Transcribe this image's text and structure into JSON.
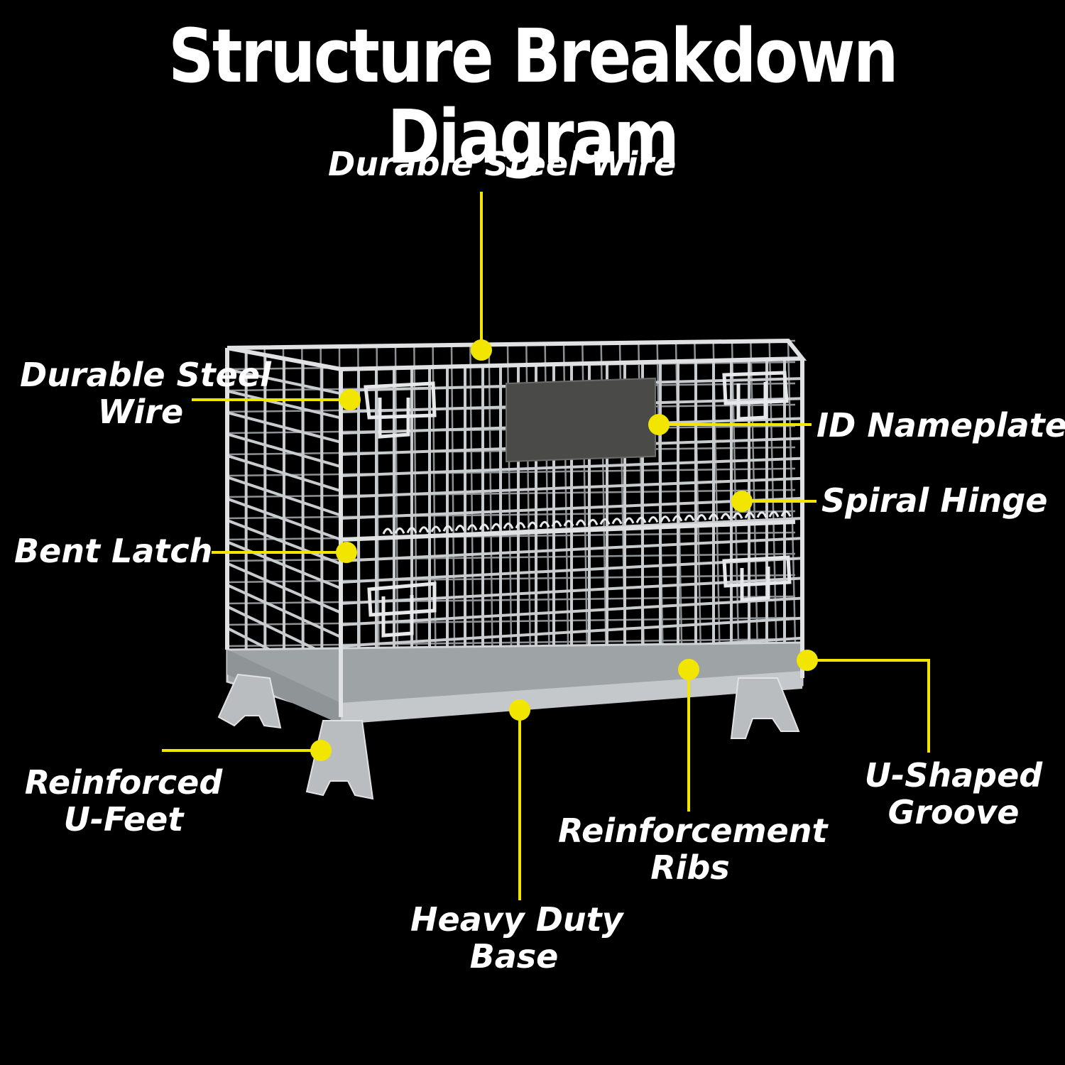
{
  "title": "Structure Breakdown Diagram",
  "colors": {
    "background": "#000000",
    "callout": "#f2e600",
    "text": "#ffffff",
    "wire": "#c9ccce"
  },
  "labels": {
    "steel_wire_top": "Durable Steel Wire",
    "steel_wire_left": [
      "Durable Steel",
      "Wire"
    ],
    "id_nameplate": "ID Nameplate",
    "spiral_hinge": "Spiral Hinge",
    "bent_latch": "Bent Latch",
    "reinforced_feet": [
      "Reinforced",
      "U-Feet"
    ],
    "u_shaped_groove": [
      "U-Shaped",
      "Groove"
    ],
    "reinforcement_ribs": [
      "Reinforcement",
      "Ribs"
    ],
    "heavy_duty_base": [
      "Heavy Duty",
      "Base"
    ]
  }
}
